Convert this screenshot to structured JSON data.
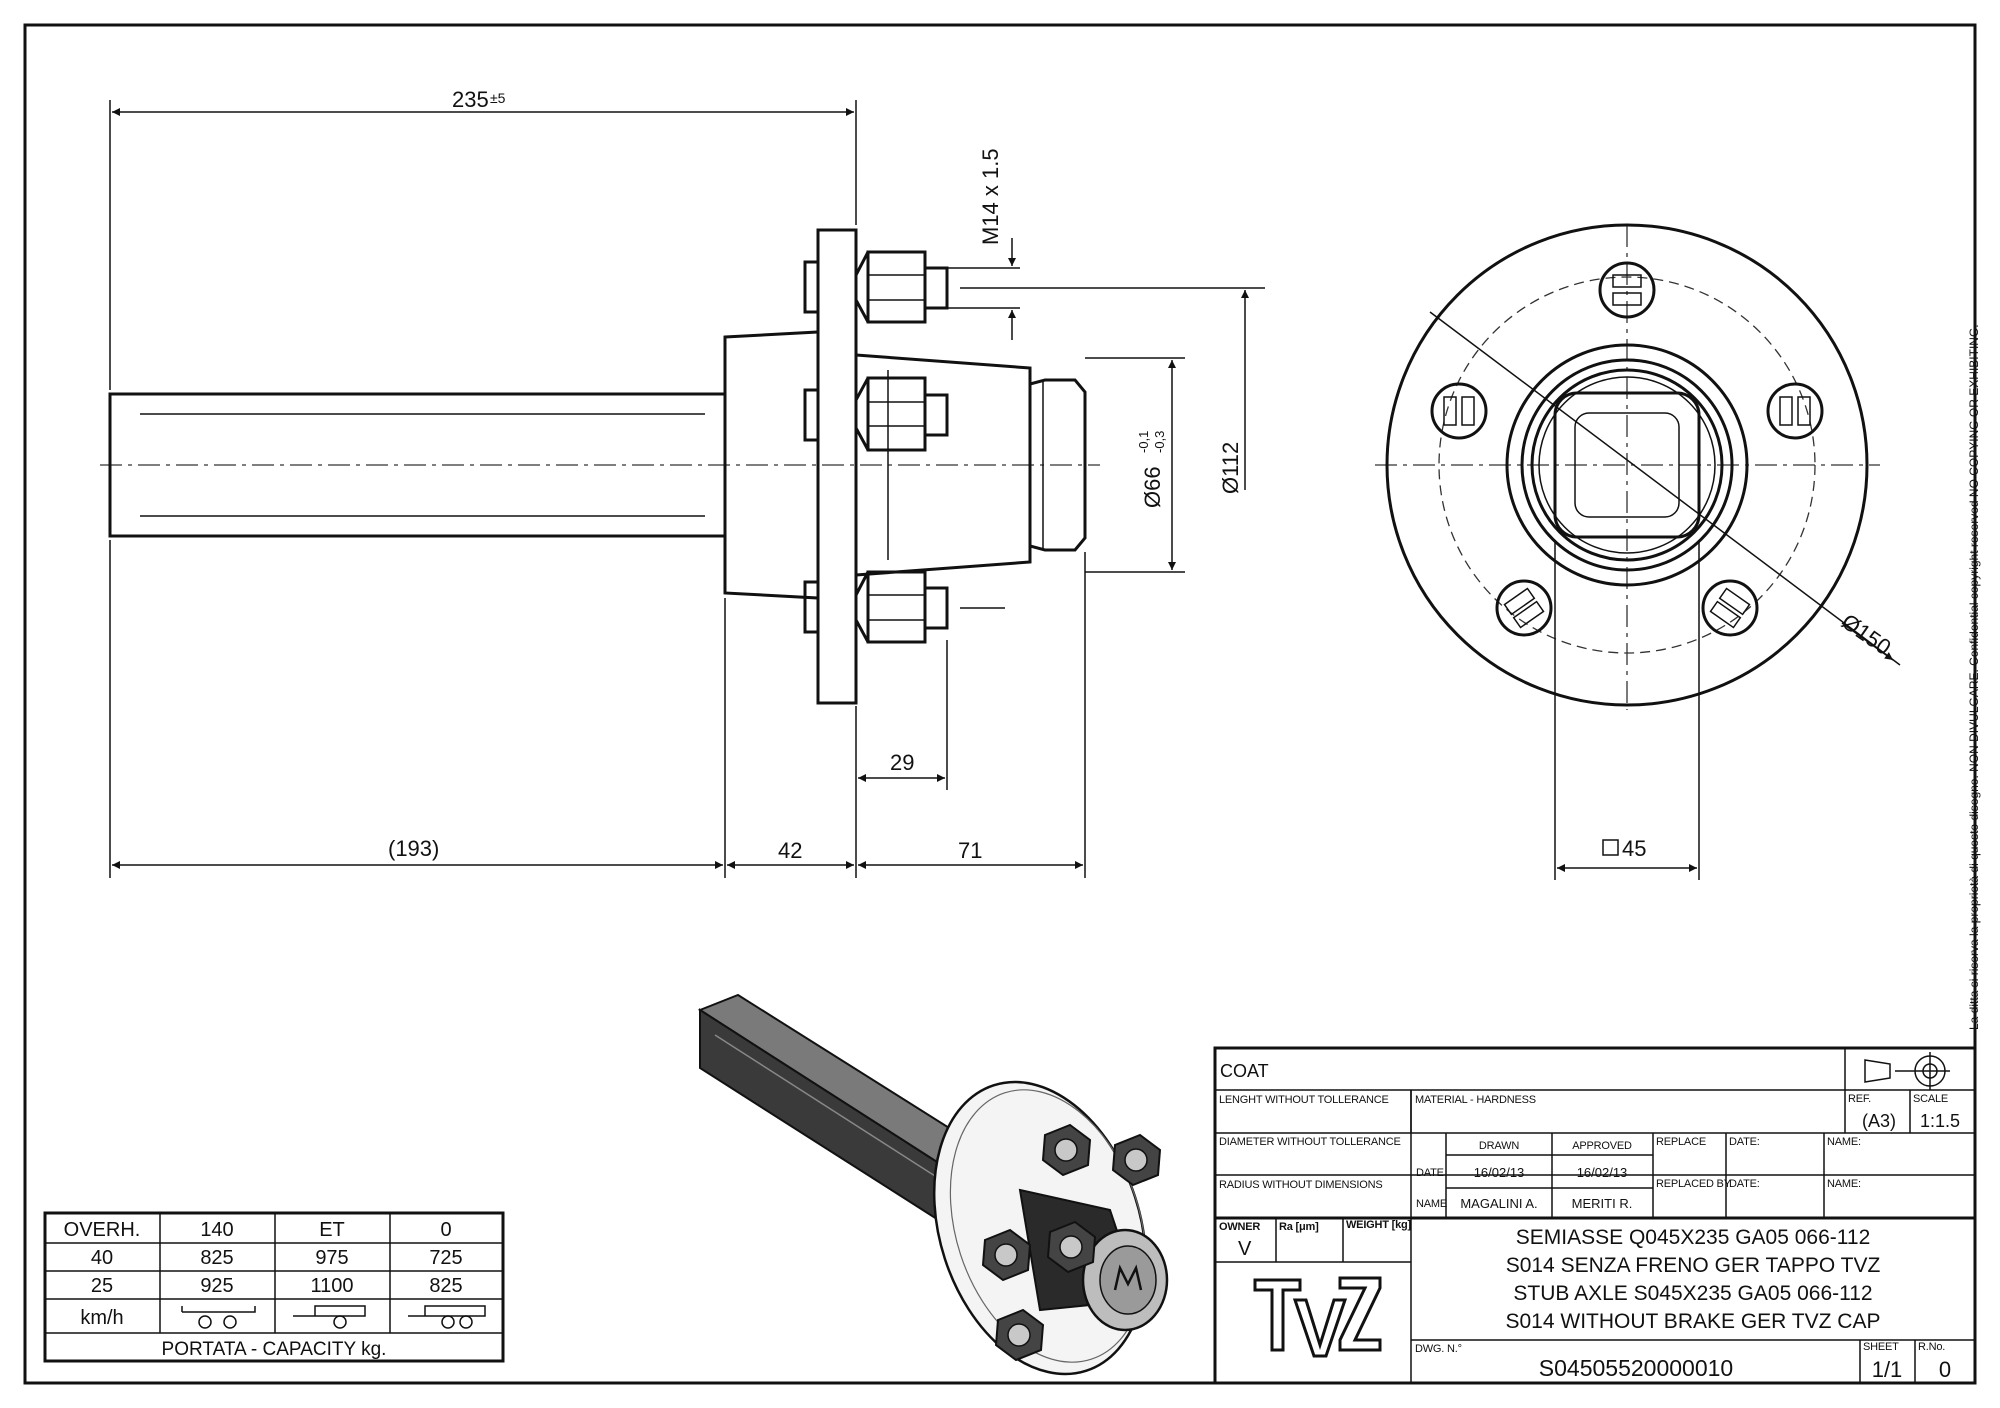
{
  "dimensions": {
    "overall_length": "235",
    "overall_tol": "±5",
    "thread": "M14 x 1.5",
    "hub_diameter": "Ø66",
    "hub_tol_upper": "-0,1",
    "hub_tol_lower": "-0,3",
    "pcd": "Ø112",
    "flange_diameter": "Ø150",
    "stud_offset": "29",
    "shaft_length": "(193)",
    "hub_length": "42",
    "spindle_length": "71",
    "square_section": "45"
  },
  "copyright": "La ditta si riserva la proprietà di questo disegno. NON DIVULGARE. Confidential copyright reserved NO COPYING OR EXHIBITING.",
  "capacity_table": {
    "header": [
      "OVERH.",
      "140",
      "ET",
      "0"
    ],
    "rows": [
      [
        "40",
        "825",
        "975",
        "725"
      ],
      [
        "25",
        "925",
        "1100",
        "825"
      ]
    ],
    "speed_unit": "km/h",
    "footer": "PORTATA - CAPACITY kg."
  },
  "title_block": {
    "coat_label": "COAT",
    "length_label": "LENGHT WITHOUT TOLLERANCE",
    "material_label": "MATERIAL - HARDNESS",
    "ref_label": "REF.",
    "ref_value": "(A3)",
    "scale_label": "SCALE",
    "scale_value": "1:1.5",
    "diameter_label": "DIAMETER WITHOUT TOLLERANCE",
    "radius_label": "RADIUS WITHOUT DIMENSIONS",
    "drawn_label": "DRAWN",
    "approved_label": "APPROVED",
    "date_label": "DATE",
    "name_label": "NAME",
    "drawn_date": "16/02/13",
    "approved_date": "16/02/13",
    "drawn_name": "MAGALINI A.",
    "approved_name": "MERITI R.",
    "replace_label": "REPLACE",
    "replaced_by_label": "REPLACED BY",
    "date_label2": "DATE:",
    "name_label2": "NAME:",
    "owner_label": "OWNER",
    "owner_value": "V",
    "ra_label": "Ra [μm]",
    "weight_label": "WEIGHT [kg]",
    "description": [
      "SEMIASSE Q045X235 GA05 066-112",
      "S014 SENZA FRENO GER TAPPO TVZ",
      "STUB AXLE S045X235 GA05 066-112",
      "S014 WITHOUT BRAKE GER TVZ CAP"
    ],
    "logo": "TVZ",
    "dwg_label": "DWG. N.°",
    "dwg_number": "S04505520000010",
    "sheet_label": "SHEET",
    "sheet_value": "1/1",
    "rev_label": "R.No.",
    "rev_value": "0"
  }
}
